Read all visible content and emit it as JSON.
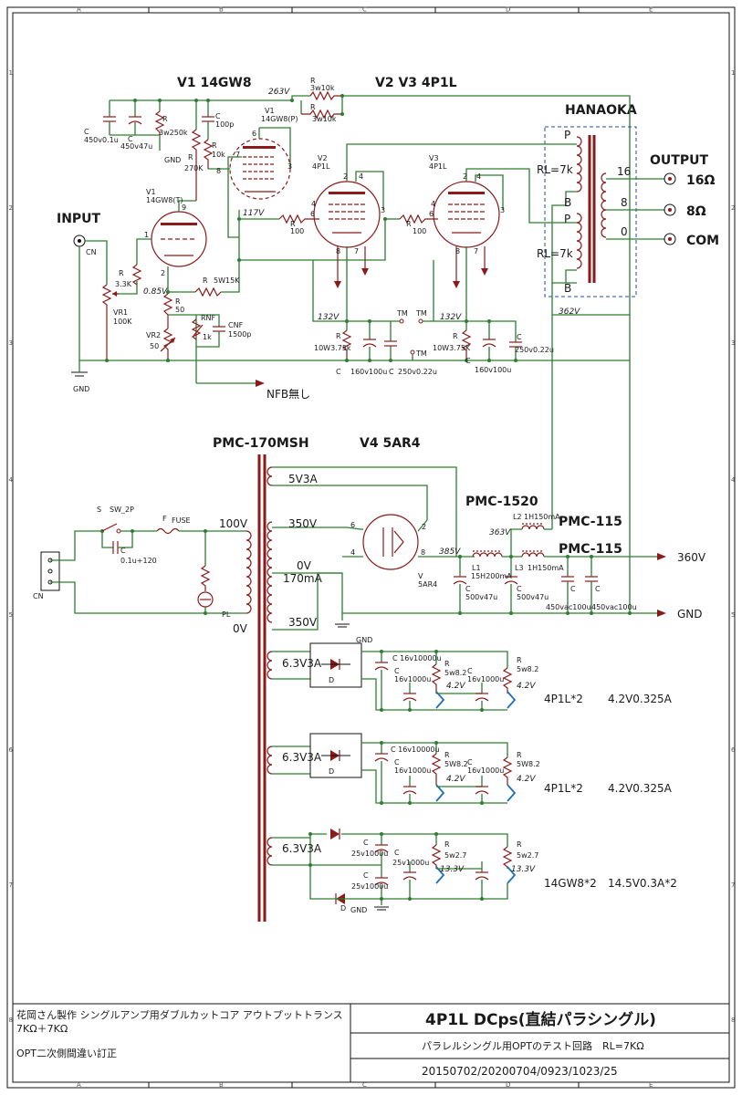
{
  "headings": {
    "v1": "V1 14GW8",
    "v2v3": "V2 V3 4P1L",
    "hanaoka": "HANAOKA",
    "output": "OUTPUT",
    "input": "INPUT",
    "pmc170": "PMC-170MSH",
    "v4": "V4 5AR4",
    "pmc1520": "PMC-1520",
    "pmc115a": "PMC-115",
    "pmc115b": "PMC-115"
  },
  "grid": {
    "cols": [
      "A",
      "B",
      "C",
      "D",
      "E"
    ],
    "rows": [
      "1",
      "2",
      "3",
      "4",
      "5",
      "6",
      "7",
      "8"
    ]
  },
  "voltages": {
    "v263": "263V",
    "v117": "117V",
    "v085": "0.85V",
    "v132a": "132V",
    "v132b": "132V",
    "v362": "362V",
    "v363": "363V",
    "v385": "385V",
    "h42a": "4.2V",
    "h42b": "4.2V",
    "h42c": "4.2V",
    "h42d": "4.2V",
    "h133a": "13.3V",
    "h133b": "13.3V"
  },
  "parts": {
    "c1_name": "C",
    "c1_val": "450v0.1u",
    "c2_name": "C",
    "c2_val": "450v47u",
    "r1_name": "R",
    "r1_val": "3w250k",
    "gnd1": "GND",
    "c100p_name": "C",
    "c100p_val": "100p",
    "r10k_name": "R",
    "r10k_val": "10k",
    "r270_name": "R",
    "r270_val": "270K",
    "v1p_name": "V1",
    "v1p_val": "14GW8(P)",
    "r3w10k_a_name": "R",
    "r3w10k_a_val": "3w10k",
    "r3w10k_b_name": "R",
    "r3w10k_b_val": "3w10k",
    "v2_name": "V2",
    "v2_val": "4P1L",
    "v3_name": "V3",
    "v3_val": "4P1L",
    "v1t_name": "V1",
    "v1t_val": "14GW8(T)",
    "r100a_name": "R",
    "r100a_val": "100",
    "r100b_name": "R",
    "r100b_val": "100",
    "r33k_name": "R",
    "r33k_val": "3.3K",
    "vr1_name": "VR1",
    "vr1_val": "100K",
    "r5w15k_name": "R",
    "r5w15k_val": "5W15K",
    "r50_name": "R",
    "r50_val": "50",
    "vr2_name": "VR2",
    "vr2_val": "50",
    "rnf_name": "RNF",
    "rnf_val": "1k",
    "cnf_name": "CNF",
    "cnf_val": "1500p",
    "cn_in": "CN",
    "gnd2": "GND",
    "nfb": "NFB無し",
    "rk2_name": "R",
    "rk2_val": "10W3.75k",
    "ck2_name": "C",
    "ck2_val": "160v100u",
    "cbp2_name": "C",
    "cbp2_val": "250v0.22u",
    "tm1": "TM",
    "tm2": "TM",
    "tm3": "TM",
    "rk3_name": "R",
    "rk3_val": "10W3.75K",
    "ck3_name": "C",
    "ck3_val": "160v100u",
    "cbp3_name": "C",
    "cbp3_val": "250v0.22u",
    "opt_p1": "P",
    "opt_rl1": "RL=7k",
    "opt_b1": "B",
    "opt_p2": "P",
    "opt_rl2": "RL=7k",
    "opt_b2": "B",
    "tap16": "16",
    "tap8": "8",
    "tap0": "0",
    "out16": "16Ω",
    "out8": "8Ω",
    "outcom": "COM",
    "sw_name": "S",
    "sw_val": "SW_2P",
    "fuse_name": "F",
    "fuse_val": "FUSE",
    "csw_name": "C",
    "csw_val": "0.1u+120",
    "pl": "PL",
    "cn_ac": "CN",
    "pri100": "100V",
    "pri0": "0V",
    "s5v3a": "5V3A",
    "s350a": "350V",
    "s0v": "0V",
    "s170": "170mA",
    "s350b": "350V",
    "v4_pin6": "6",
    "v4_pin4": "4",
    "v4_pin2": "2",
    "v4_pin8": "8",
    "v4_name": "V",
    "v4_val": "5AR4",
    "l2_name": "L2",
    "l2_val": "1H150mA",
    "l1_name": "L1",
    "l1_val": "15H200mA",
    "l3_name": "L3",
    "l3_val": "1H150mA",
    "cr1_name": "C",
    "cr1_val": "500v47u",
    "cr2_name": "C",
    "cr2_val": "500v47u",
    "cr3_name": "C",
    "cr3_val": "450vac100u",
    "cr4_name": "C",
    "cr4_val": "450vac100u",
    "b360": "360V",
    "bgnd": "GND",
    "gnd3": "GND",
    "h1_sec": "6.3V3A",
    "h1_d": "D",
    "h1_c1": "C 16v10000u",
    "h1_c2_name": "C",
    "h1_c2_val": "16v1000u",
    "h1_c3_name": "C",
    "h1_c3_val": "16v1000u",
    "h1_r1_name": "R",
    "h1_r1_val": "5w8.2",
    "h1_r2_name": "R",
    "h1_r2_val": "5w8.2",
    "h1_load": "4P1L*2",
    "h1_spec": "4.2V0.325A",
    "h2_sec": "6.3V3A",
    "h2_d": "D",
    "h2_c1": "C 16v10000u",
    "h2_c2_name": "C",
    "h2_c2_val": "16v1000u",
    "h2_c3_name": "C",
    "h2_c3_val": "16v1000u",
    "h2_r1_name": "R",
    "h2_r1_val": "5W8.2",
    "h2_r2_name": "R",
    "h2_r2_val": "5W8.2",
    "h2_load": "4P1L*2",
    "h2_spec": "4.2V0.325A",
    "h3_sec": "6.3V3A",
    "h3_c1_name": "C",
    "h3_c1_val": "25v1000u",
    "h3_c2_name": "C",
    "h3_c2_val": "25v1000u",
    "h3_c3_name": "C",
    "h3_c3_val": "25v1000u",
    "h3_r1_name": "R",
    "h3_r1_val": "5w2.7",
    "h3_r2_name": "R",
    "h3_r2_val": "5w2.7",
    "h3_d": "D",
    "h3_gnd": "GND",
    "h3_load": "14GW8*2",
    "h3_spec": "14.5V0.3A*2"
  },
  "title_block": {
    "note1": "花岡さん製作 シングルアンプ用ダブルカットコア アウトプットトランス",
    "note2": "7KΩ＋7KΩ",
    "note3": "OPT二次側間違い訂正",
    "title": "4P1L DCps(直結パラシングル)",
    "subtitle": "パラレルシングル用OPTのテスト回路　RL=7KΩ",
    "dates": "20150702/20200704/0923/1023/25"
  }
}
